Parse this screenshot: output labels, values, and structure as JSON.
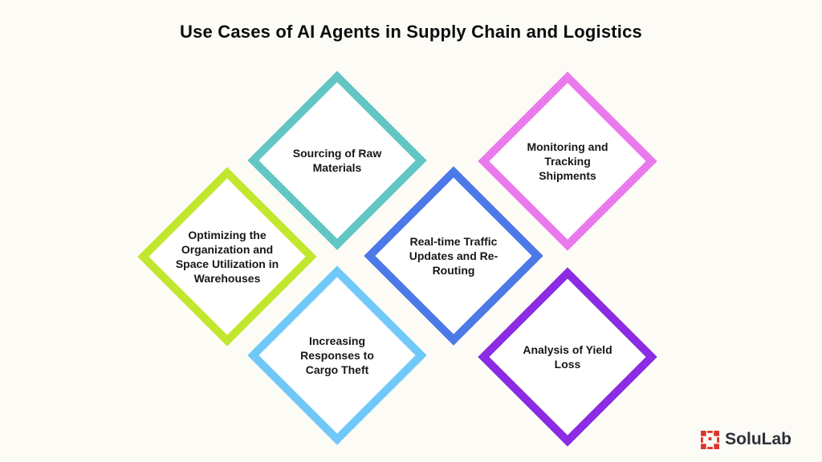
{
  "title": "Use Cases of AI Agents in Supply Chain and Logistics",
  "background_color": "#FDFBF6",
  "diamonds": [
    {
      "label": "Sourcing of Raw Materials",
      "color": "#62C6C4"
    },
    {
      "label": "Monitoring and Tracking Shipments",
      "color": "#EA7AEC"
    },
    {
      "label": "Optimizing the Organization and Space Utilization in Warehouses",
      "color": "#C1E72E"
    },
    {
      "label": "Real-time Traffic Updates and Re-Routing",
      "color": "#4B79E8"
    },
    {
      "label": "Increasing Responses to Cargo Theft",
      "color": "#6FC8F8"
    },
    {
      "label": "Analysis of Yield Loss",
      "color": "#8B2BE2"
    }
  ],
  "logo": {
    "text": "SoluLab",
    "icon_color": "#D9372B"
  }
}
